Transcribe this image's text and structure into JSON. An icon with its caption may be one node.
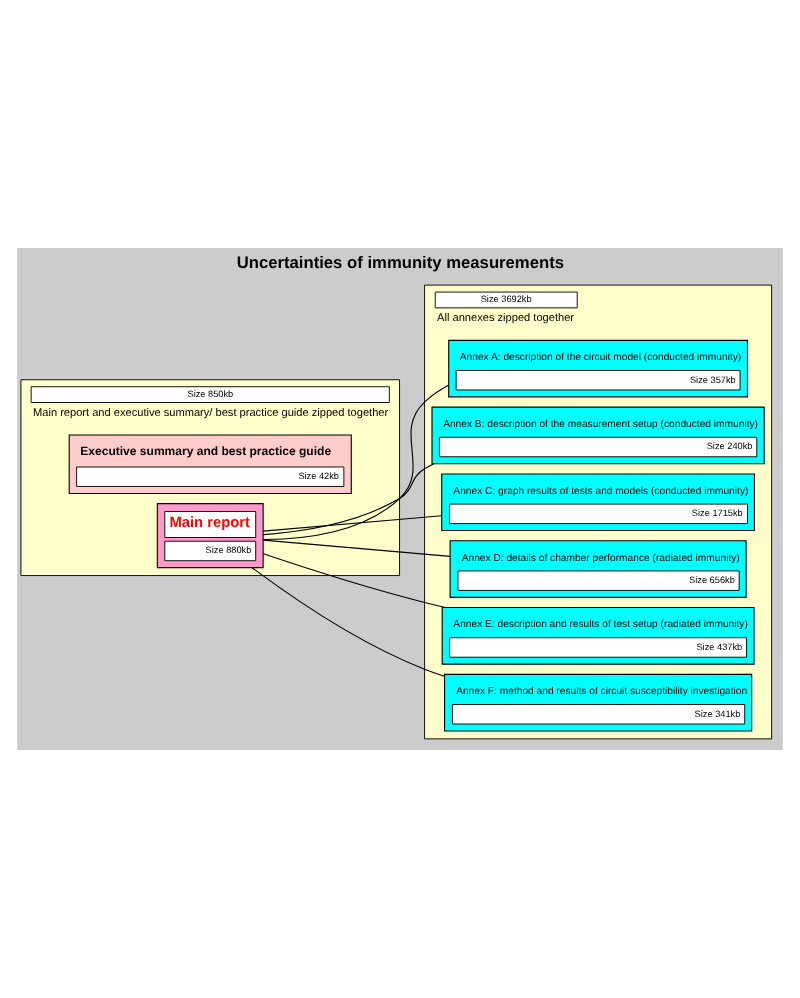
{
  "diagram": {
    "title": "Uncertainties of immunity measurements",
    "nodes": [
      {
        "text": [
          "Size 850kb",
          "Main report and executive summary/ best practice guide zipped together"
        ]
      },
      {
        "text": [
          "Executive summary and best practice guide",
          "Size 42kb"
        ],
        "in": 0
      },
      {
        "text": [
          "Main report",
          "Size 880kb"
        ],
        "in": 0
      },
      {
        "text": [
          "Size 3692kb",
          "All annexes zipped together"
        ]
      },
      {
        "text": [
          "Annex A: description of the circuit model (conducted immunity)",
          "Size 357kb"
        ],
        "in": 3
      },
      {
        "text": [
          "Annex B: description of the measurement setup (conducted immunity)",
          "Size 240kb"
        ],
        "in": 3
      },
      {
        "text": [
          "Annex C: graph results of tests and models (conducted immunity)",
          "Size 1715kb"
        ],
        "in": 3
      },
      {
        "text": [
          "Annex D: details of chamber performance (radiated immunity)",
          "Size 656kb"
        ],
        "in": 3
      },
      {
        "text": [
          "Annex E: description and results of test setup (radiated immunity)",
          "Size 437kb"
        ],
        "in": 3
      },
      {
        "text": [
          "Annex F: method and results of circuit susceptibility investigation",
          "Size 341kb"
        ],
        "in": 3
      }
    ],
    "edges": [
      {
        "from": 2,
        "to": 4,
        "arrow": "none"
      },
      {
        "from": 2,
        "to": 5,
        "arrow": "none"
      },
      {
        "from": 2,
        "to": 6,
        "arrow": "none"
      },
      {
        "from": 2,
        "to": 7,
        "arrow": "none"
      },
      {
        "from": 2,
        "to": 8,
        "arrow": "none"
      },
      {
        "from": 2,
        "to": 9,
        "arrow": "none"
      }
    ]
  }
}
